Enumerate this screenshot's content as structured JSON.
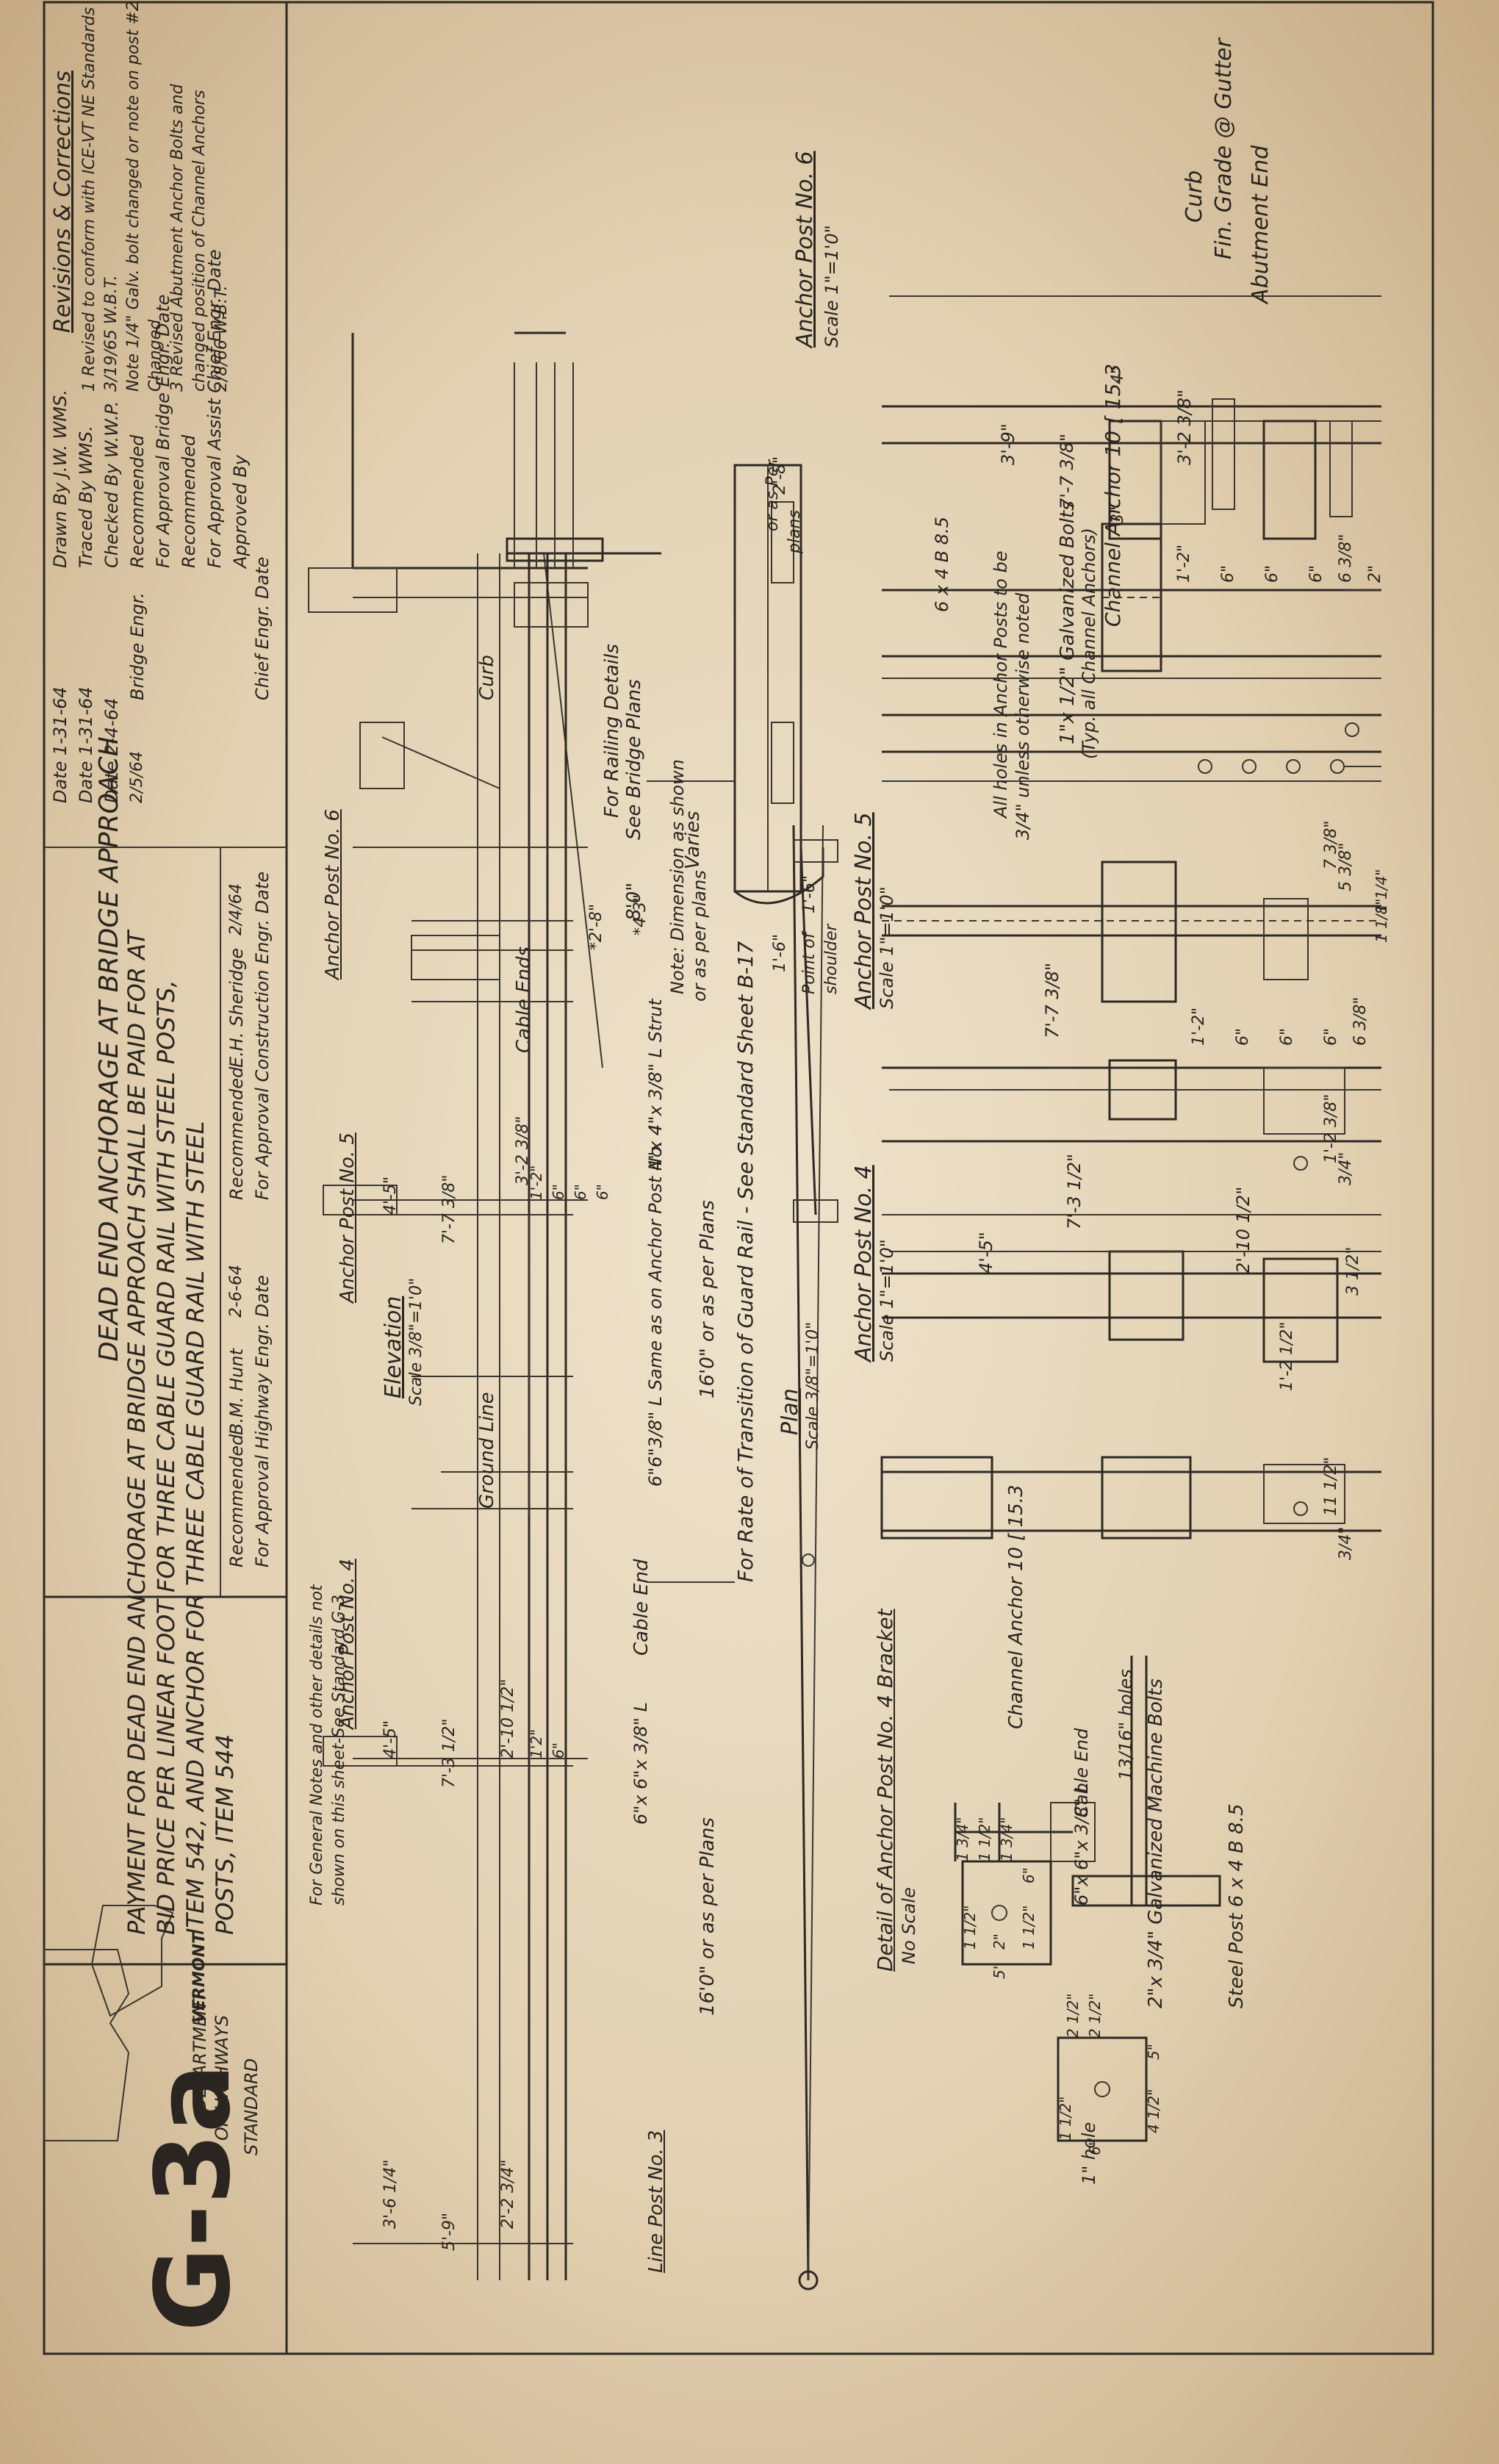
{
  "title_block": {
    "title_line1": "DEAD END ANCHORAGE AT BRIDGE APPROACH",
    "title_line2": "PAYMENT FOR DEAD END ANCHORAGE AT BRIDGE APPROACH SHALL BE PAID FOR AT",
    "title_line3": "BID PRICE PER LINEAR FOOT FOR THREE CABLE GUARD RAIL WITH STEEL POSTS,",
    "title_line4": "ITEM 542, AND ANCHOR FOR THREE CABLE GUARD RAIL WITH STEEL",
    "title_line5": "POSTS, ITEM 544",
    "recommended_label": "Recommended",
    "recommended_sig": "E.H. Sheridge",
    "recommended_date": "2/4/64",
    "construction_label": "For Approval  Construction Engr.  Date",
    "recommended2_label": "Recommended",
    "recommended2_sig": "B.M. Hunt",
    "recommended2_date": "2-6-64",
    "highway_label": "For Approval  Highway Engr.  Date"
  },
  "revisions": {
    "heading": "Revisions & Corrections",
    "item1a": "1 Revised to conform with ICE-VT NE Standards",
    "item1b": "3/19/65  W.B.T.",
    "item2a": "Note 1/4\" Galv. bolt changed or note on post #2",
    "item2b": "Changed",
    "item3a": "3 Revised Abutment Anchor Bolts and",
    "item3b": "changed position of Channel Anchors",
    "item3c": "2/8/66  W.B.T."
  },
  "signatures": {
    "drawn": "Drawn By  J.W. WMS.",
    "drawn_date": "Date  1-31-64",
    "traced": "Traced By  WMS.",
    "traced_date": "Date  1-31-64",
    "checked": "Checked By  W.W.P.",
    "checked_date": "Date  2-4-64",
    "recommended": "Recommended",
    "recommended_sig": "Bridge Engr.",
    "recommended_date": "2/5/64",
    "approval1": "For Approval  Bridge Engr.  Date",
    "recommended2": "Recommended",
    "approval2": "For Approval  Assist Chief Engr.  Date",
    "approved": "Approved By",
    "approved_sub": "Chief Engr.  Date"
  },
  "labels": {
    "curb_top": "Curb",
    "fin_grade": "Fin. Grade @ Gutter",
    "abutment_end": "Abutment End",
    "anchor6_title": "Anchor Post No. 6",
    "anchor6_scale": "Scale 1\"=1'0\"",
    "channel_anchor": "Channel Anchor 10 [ 15.3",
    "galv_bolts": "1\"x 1/2\" Galvanized Bolts",
    "galv_bolts_sub": "(Typ. all Channel Anchors)",
    "holes_note": "All holes in Anchor Posts to be",
    "holes_note2": "3/4\" unless otherwise noted",
    "wf": "6 x 4 B 8.5",
    "or_as_per": "or as Per",
    "plans": "plans",
    "railing_note": "For Railing Details",
    "railing_note2": "See Bridge Plans",
    "varies": "Varies",
    "curb_mid": "Curb",
    "point_shoulder": "Point of",
    "point_shoulder2": "shoulder",
    "anchor5_title": "Anchor Post No. 5",
    "anchor5_scale": "Scale 1\"=1'0\"",
    "note_dim": "Note: Dimension as shown",
    "note_dim2": "or as per plans",
    "strut": "4\"x 4\"x 3/8\" L Strut",
    "cable_ends": "Cable Ends",
    "anchor_post_6": "Anchor Post No. 6",
    "anchor_post_5": "Anchor Post No. 5",
    "anchor_post_4": "Anchor Post No. 4",
    "angle_note": "6\"6\"3/8\" L Same as on Anchor Post No. 4",
    "ground_line": "Ground Line",
    "cable_end": "Cable End",
    "angle_666": "6\"x 6\"x 3/8\" L",
    "elevation": "Elevation",
    "elevation_scale": "Scale 3/8\"=1'0\"",
    "anchor4_title": "Anchor Post No. 4",
    "anchor4_scale": "Scale 1\"=1'0\"",
    "channel_anchor_b": "Channel Anchor 10 [ 15.3",
    "rate_transition": "For Rate of Transition of Guard Rail - See Standard Sheet B-17",
    "plan": "Plan",
    "plan_scale": "Scale 3/8\"=1'0\"",
    "dim_16_a": "16'0\" or as per Plans",
    "dim_16_b": "16'0\" or as per Plans",
    "cable_end_detail": "Cable End",
    "angle_detail": "6\"x 6\"x 3/8\" L",
    "holes_13": "13/16\" holes",
    "steel_post": "Steel Post 6 x 4 B 8.5",
    "machine_bolts": "2\"x 3/4\" Galvanized Machine Bolts",
    "bracket_title": "Detail of Anchor Post No. 4 Bracket",
    "no_scale": "No Scale",
    "hole_1": "1\" hole",
    "general_note": "For General Notes and other details not",
    "general_note2": "shown on this sheet-See Standard G-3",
    "line_post": "Line Post No. 3",
    "dept1": "DEPARTMENT",
    "dept2": "OF HIGHWAYS",
    "dept3": "STANDARD",
    "vermont": "VERMONT",
    "sheet_no": "G-3a"
  },
  "dimensions": {
    "d1": "4\"",
    "d2": "3'-9\"",
    "d3": "3'-2 3/8\"",
    "d4": "7'-7 3/8\"",
    "d5": "3\"",
    "d6": "1'-2\"",
    "d7": "6\"",
    "d8": "6\"",
    "d9": "6\"",
    "d10": "6 3/8\"",
    "d11": "2\"",
    "d12": "2'-8\"",
    "d13": "1'-6\"",
    "d14": "1'-6\"",
    "d15": "7'-7 3/8\"",
    "d16": "1'-2\"",
    "d17": "6\"",
    "d18": "6\"",
    "d19": "6\"",
    "d20": "6 3/8\"",
    "d21": "1'-2 3/8\"",
    "d22": "7 3/8\"",
    "d23": "5 3/8\"",
    "d24": "1 1/4\"",
    "d25": "1 1/8\"",
    "d26": "7'-3 1/2\"",
    "d27": "4'-5\"",
    "d28": "2'-10 1/2\"",
    "d29": "3 1/2\"",
    "d30": "1'-2 1/2\"",
    "d31": "11 1/2\"",
    "d32": "3/4\"",
    "d33": "3/4\"",
    "d34": "8'0\"",
    "d35": "4'-5\"",
    "d36": "3'-2 3/8\"",
    "d37": "7'-7 3/8\"",
    "d38": "1'-2\"",
    "d39": "6\"",
    "d40": "6\"",
    "d41": "6\"",
    "d42": "4'-5\"",
    "d43": "2'-10 1/2\"",
    "d44": "7'-3 1/2\"",
    "d45": "1'2\"",
    "d46": "6\"",
    "d47": "3'-6 1/4\"",
    "d48": "2'-2 3/4\"",
    "d49": "5'-9\"",
    "d50": "1 3/4\"",
    "d51": "1 1/2\"",
    "d52": "1 3/4\"",
    "d53": "6\"",
    "d54": "1 1/2\"",
    "d55": "2\"",
    "d56": "1 1/2\"",
    "d57": "5\"",
    "d58": "2 1/2\"",
    "d59": "2 1/2\"",
    "d60": "5\"",
    "d61": "4 1/2\"",
    "d62": "6\"",
    "d63": "1 1/2\"",
    "d64": "*4 3\"",
    "d65": "*2'-8\""
  },
  "colors": {
    "ink": "#2e2924",
    "paper": "#e6d6b8",
    "edge": "#c5aa84"
  }
}
